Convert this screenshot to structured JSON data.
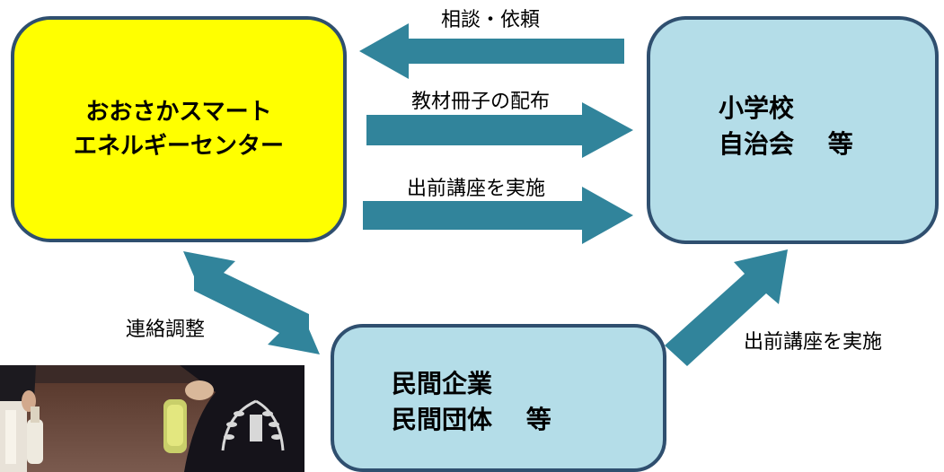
{
  "nodes": {
    "center": {
      "line1": "おおさかスマート",
      "line2": "エネルギーセンター"
    },
    "school": {
      "line1": "小学校",
      "line2": "自治会　 等"
    },
    "private": {
      "line1": "民間企業",
      "line2": "民間団体　 等"
    }
  },
  "edges": {
    "consult": "相談・依頼",
    "booklet": "教材冊子の配布",
    "lecture_center": "出前講座を実施",
    "liaison": "連絡調整",
    "lecture_private": "出前講座を実施"
  },
  "colors": {
    "arrow": "#31849b",
    "center_fill": "#ffff00",
    "node_fill": "#b4dde8",
    "border": "#2f4f6f"
  }
}
